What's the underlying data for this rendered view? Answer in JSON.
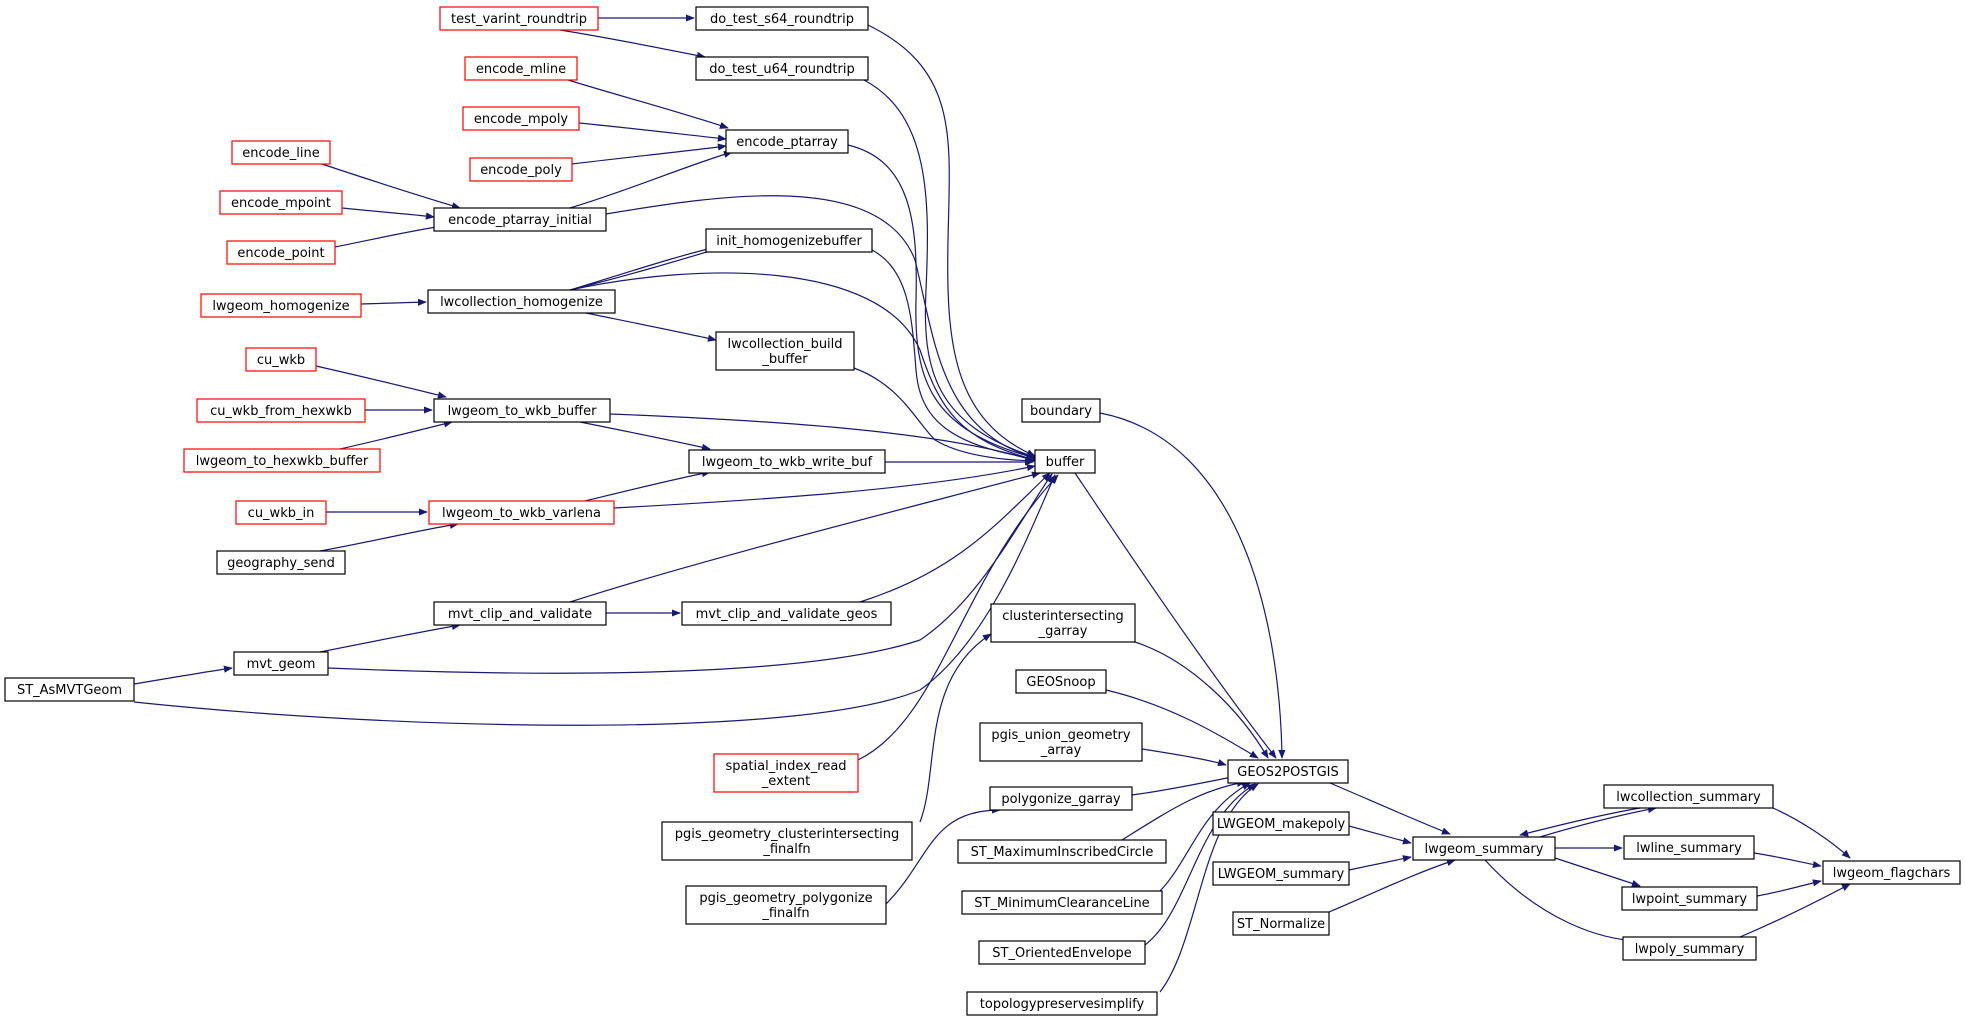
{
  "colors": {
    "edge": "#191970",
    "red_border": "#ff0000",
    "black_border": "#000000",
    "highlight_fill": "#bfbfbf"
  },
  "nodes": [
    {
      "id": "test_varint_roundtrip",
      "lines": [
        "test_varint_roundtrip"
      ],
      "border": "red"
    },
    {
      "id": "do_test_s64_roundtrip",
      "lines": [
        "do_test_s64_roundtrip"
      ],
      "border": "black"
    },
    {
      "id": "do_test_u64_roundtrip",
      "lines": [
        "do_test_u64_roundtrip"
      ],
      "border": "black"
    },
    {
      "id": "encode_mline",
      "lines": [
        "encode_mline"
      ],
      "border": "red"
    },
    {
      "id": "encode_mpoly",
      "lines": [
        "encode_mpoly"
      ],
      "border": "red"
    },
    {
      "id": "encode_poly",
      "lines": [
        "encode_poly"
      ],
      "border": "red"
    },
    {
      "id": "encode_ptarray",
      "lines": [
        "encode_ptarray"
      ],
      "border": "black"
    },
    {
      "id": "encode_line",
      "lines": [
        "encode_line"
      ],
      "border": "red"
    },
    {
      "id": "encode_mpoint",
      "lines": [
        "encode_mpoint"
      ],
      "border": "red"
    },
    {
      "id": "encode_point",
      "lines": [
        "encode_point"
      ],
      "border": "red"
    },
    {
      "id": "encode_ptarray_initial",
      "lines": [
        "encode_ptarray_initial"
      ],
      "border": "black"
    },
    {
      "id": "init_homogenizebuffer",
      "lines": [
        "init_homogenizebuffer"
      ],
      "border": "black"
    },
    {
      "id": "lwgeom_homogenize",
      "lines": [
        "lwgeom_homogenize"
      ],
      "border": "red"
    },
    {
      "id": "lwcollection_homogenize",
      "lines": [
        "lwcollection_homogenize"
      ],
      "border": "black"
    },
    {
      "id": "lwcollection_build_buffer",
      "lines": [
        "lwcollection_build",
        "_buffer"
      ],
      "border": "black"
    },
    {
      "id": "cu_wkb",
      "lines": [
        "cu_wkb"
      ],
      "border": "red"
    },
    {
      "id": "cu_wkb_from_hexwkb",
      "lines": [
        "cu_wkb_from_hexwkb"
      ],
      "border": "red"
    },
    {
      "id": "lwgeom_to_hexwkb_buffer",
      "lines": [
        "lwgeom_to_hexwkb_buffer"
      ],
      "border": "red"
    },
    {
      "id": "lwgeom_to_wkb_buffer",
      "lines": [
        "lwgeom_to_wkb_buffer"
      ],
      "border": "black"
    },
    {
      "id": "boundary",
      "lines": [
        "boundary"
      ],
      "border": "black"
    },
    {
      "id": "lwgeom_to_wkb_write_buf",
      "lines": [
        "lwgeom_to_wkb_write_buf"
      ],
      "border": "black"
    },
    {
      "id": "buffer",
      "lines": [
        "buffer"
      ],
      "border": "black"
    },
    {
      "id": "cu_wkb_in",
      "lines": [
        "cu_wkb_in"
      ],
      "border": "red"
    },
    {
      "id": "lwgeom_to_wkb_varlena",
      "lines": [
        "lwgeom_to_wkb_varlena"
      ],
      "border": "red"
    },
    {
      "id": "geography_send",
      "lines": [
        "geography_send"
      ],
      "border": "black"
    },
    {
      "id": "mvt_clip_and_validate",
      "lines": [
        "mvt_clip_and_validate"
      ],
      "border": "black"
    },
    {
      "id": "mvt_clip_and_validate_geos",
      "lines": [
        "mvt_clip_and_validate_geos"
      ],
      "border": "black"
    },
    {
      "id": "clusterintersecting_garray",
      "lines": [
        "clusterintersecting",
        "_garray"
      ],
      "border": "black"
    },
    {
      "id": "mvt_geom",
      "lines": [
        "mvt_geom"
      ],
      "border": "black"
    },
    {
      "id": "ST_AsMVTGeom",
      "lines": [
        "ST_AsMVTGeom"
      ],
      "border": "black"
    },
    {
      "id": "GEOSnoop",
      "lines": [
        "GEOSnoop"
      ],
      "border": "black"
    },
    {
      "id": "pgis_union_geometry_array",
      "lines": [
        "pgis_union_geometry",
        "_array"
      ],
      "border": "black"
    },
    {
      "id": "spatial_index_read_extent",
      "lines": [
        "spatial_index_read",
        "_extent"
      ],
      "border": "red"
    },
    {
      "id": "GEOS2POSTGIS",
      "lines": [
        "GEOS2POSTGIS"
      ],
      "border": "black"
    },
    {
      "id": "polygonize_garray",
      "lines": [
        "polygonize_garray"
      ],
      "border": "black"
    },
    {
      "id": "lwcollection_summary",
      "lines": [
        "lwcollection_summary"
      ],
      "border": "black"
    },
    {
      "id": "pgis_geometry_clusterintersecting_finalfn",
      "lines": [
        "pgis_geometry_clusterintersecting",
        "_finalfn"
      ],
      "border": "black"
    },
    {
      "id": "LWGEOM_makepoly",
      "lines": [
        "LWGEOM_makepoly"
      ],
      "border": "black"
    },
    {
      "id": "ST_MaximumInscribedCircle",
      "lines": [
        "ST_MaximumInscribedCircle"
      ],
      "border": "black"
    },
    {
      "id": "lwgeom_summary",
      "lines": [
        "lwgeom_summary"
      ],
      "border": "black"
    },
    {
      "id": "lwline_summary",
      "lines": [
        "lwline_summary"
      ],
      "border": "black"
    },
    {
      "id": "lwgeom_flagchars",
      "lines": [
        "lwgeom_flagchars"
      ],
      "border": "black",
      "highlight": true
    },
    {
      "id": "LWGEOM_summary",
      "lines": [
        "LWGEOM_summary"
      ],
      "border": "black"
    },
    {
      "id": "pgis_geometry_polygonize_finalfn",
      "lines": [
        "pgis_geometry_polygonize",
        "_finalfn"
      ],
      "border": "black"
    },
    {
      "id": "ST_MinimumClearanceLine",
      "lines": [
        "ST_MinimumClearanceLine"
      ],
      "border": "black"
    },
    {
      "id": "lwpoint_summary",
      "lines": [
        "lwpoint_summary"
      ],
      "border": "black"
    },
    {
      "id": "ST_Normalize",
      "lines": [
        "ST_Normalize"
      ],
      "border": "black"
    },
    {
      "id": "lwpoly_summary",
      "lines": [
        "lwpoly_summary"
      ],
      "border": "black"
    },
    {
      "id": "ST_OrientedEnvelope",
      "lines": [
        "ST_OrientedEnvelope"
      ],
      "border": "black"
    },
    {
      "id": "topologypreservesimplify",
      "lines": [
        "topologypreservesimplify"
      ],
      "border": "black"
    }
  ],
  "edges": [
    [
      "test_varint_roundtrip",
      "do_test_s64_roundtrip"
    ],
    [
      "test_varint_roundtrip",
      "do_test_u64_roundtrip"
    ],
    [
      "do_test_s64_roundtrip",
      "buffer"
    ],
    [
      "do_test_u64_roundtrip",
      "buffer"
    ],
    [
      "encode_mline",
      "encode_ptarray"
    ],
    [
      "encode_mpoly",
      "encode_ptarray"
    ],
    [
      "encode_poly",
      "encode_ptarray"
    ],
    [
      "encode_ptarray_initial",
      "encode_ptarray"
    ],
    [
      "encode_ptarray",
      "buffer"
    ],
    [
      "encode_line",
      "encode_ptarray_initial"
    ],
    [
      "encode_mpoint",
      "encode_ptarray_initial"
    ],
    [
      "encode_point",
      "encode_ptarray_initial"
    ],
    [
      "encode_ptarray_initial",
      "buffer"
    ],
    [
      "lwcollection_homogenize",
      "init_homogenizebuffer"
    ],
    [
      "init_homogenizebuffer",
      "buffer"
    ],
    [
      "lwgeom_homogenize",
      "lwcollection_homogenize"
    ],
    [
      "lwcollection_homogenize",
      "lwcollection_build_buffer"
    ],
    [
      "lwcollection_homogenize",
      "buffer"
    ],
    [
      "lwcollection_build_buffer",
      "buffer"
    ],
    [
      "cu_wkb",
      "lwgeom_to_wkb_buffer"
    ],
    [
      "cu_wkb_from_hexwkb",
      "lwgeom_to_wkb_buffer"
    ],
    [
      "lwgeom_to_hexwkb_buffer",
      "lwgeom_to_wkb_buffer"
    ],
    [
      "lwgeom_to_wkb_buffer",
      "lwgeom_to_wkb_write_buf"
    ],
    [
      "lwgeom_to_wkb_buffer",
      "buffer"
    ],
    [
      "lwgeom_to_wkb_varlena",
      "lwgeom_to_wkb_write_buf"
    ],
    [
      "lwgeom_to_wkb_write_buf",
      "buffer"
    ],
    [
      "cu_wkb_in",
      "lwgeom_to_wkb_varlena"
    ],
    [
      "geography_send",
      "lwgeom_to_wkb_varlena"
    ],
    [
      "lwgeom_to_wkb_varlena",
      "buffer"
    ],
    [
      "mvt_clip_and_validate",
      "buffer"
    ],
    [
      "mvt_clip_and_validate",
      "mvt_clip_and_validate_geos"
    ],
    [
      "mvt_clip_and_validate_geos",
      "buffer"
    ],
    [
      "mvt_geom",
      "mvt_clip_and_validate"
    ],
    [
      "mvt_geom",
      "buffer"
    ],
    [
      "ST_AsMVTGeom",
      "mvt_geom"
    ],
    [
      "ST_AsMVTGeom",
      "buffer"
    ],
    [
      "spatial_index_read_extent",
      "buffer"
    ],
    [
      "buffer",
      "GEOS2POSTGIS"
    ],
    [
      "boundary",
      "GEOS2POSTGIS"
    ],
    [
      "clusterintersecting_garray",
      "GEOS2POSTGIS"
    ],
    [
      "pgis_geometry_clusterintersecting_finalfn",
      "clusterintersecting_garray"
    ],
    [
      "GEOSnoop",
      "GEOS2POSTGIS"
    ],
    [
      "pgis_union_geometry_array",
      "GEOS2POSTGIS"
    ],
    [
      "polygonize_garray",
      "GEOS2POSTGIS"
    ],
    [
      "pgis_geometry_polygonize_finalfn",
      "polygonize_garray"
    ],
    [
      "ST_MaximumInscribedCircle",
      "GEOS2POSTGIS"
    ],
    [
      "ST_MinimumClearanceLine",
      "GEOS2POSTGIS"
    ],
    [
      "ST_OrientedEnvelope",
      "GEOS2POSTGIS"
    ],
    [
      "topologypreservesimplify",
      "GEOS2POSTGIS"
    ],
    [
      "GEOS2POSTGIS",
      "lwgeom_summary"
    ],
    [
      "LWGEOM_makepoly",
      "lwgeom_summary"
    ],
    [
      "LWGEOM_summary",
      "lwgeom_summary"
    ],
    [
      "ST_Normalize",
      "lwgeom_summary"
    ],
    [
      "lwcollection_summary",
      "lwgeom_summary"
    ],
    [
      "lwgeom_summary",
      "lwcollection_summary"
    ],
    [
      "lwgeom_summary",
      "lwline_summary"
    ],
    [
      "lwgeom_summary",
      "lwpoint_summary"
    ],
    [
      "lwgeom_summary",
      "lwpoly_summary"
    ],
    [
      "lwcollection_summary",
      "lwgeom_flagchars"
    ],
    [
      "lwline_summary",
      "lwgeom_flagchars"
    ],
    [
      "lwpoint_summary",
      "lwgeom_flagchars"
    ],
    [
      "lwpoly_summary",
      "lwgeom_flagchars"
    ]
  ]
}
